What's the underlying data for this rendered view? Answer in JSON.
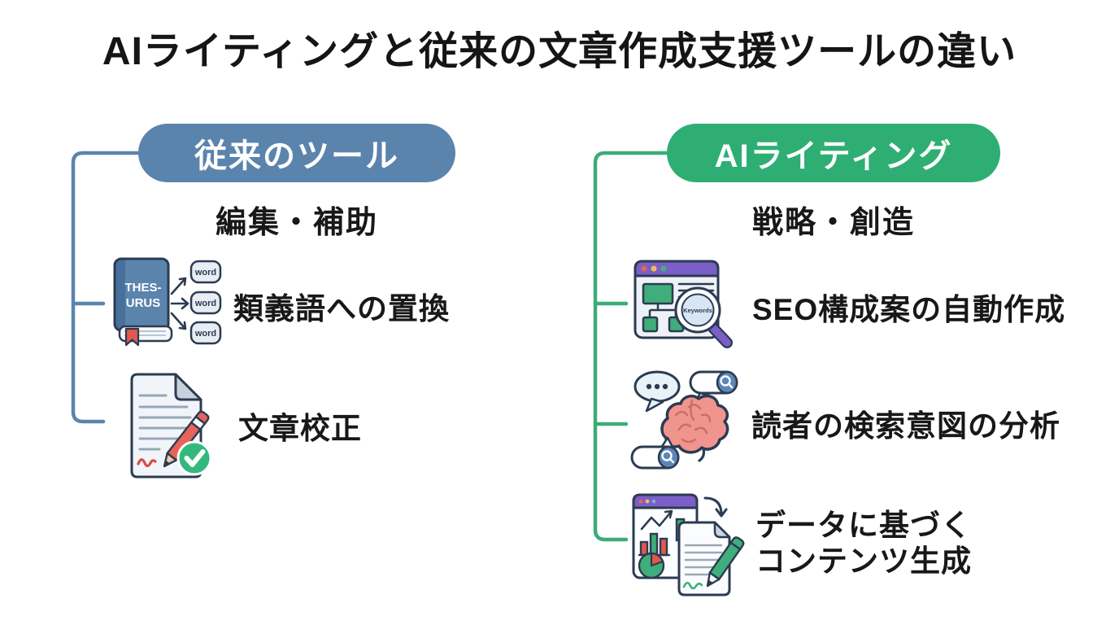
{
  "title": "AIライティングと従来の文章作成支援ツールの違い",
  "colors": {
    "background": "#ffffff",
    "text": "#181818",
    "traditional_accent": "#5b84ad",
    "traditional_bracket": "#5b84ad",
    "ai_accent": "#2fae74",
    "ai_bracket": "#3bac78"
  },
  "traditional": {
    "header": "従来のツール",
    "subtitle": "編集・補助",
    "items": [
      {
        "icon": "thesaurus-book-icon",
        "label": "類義語への置換"
      },
      {
        "icon": "proofread-document-icon",
        "label": "文章校正"
      }
    ]
  },
  "ai": {
    "header": "AIライティング",
    "subtitle": "戦略・創造",
    "items": [
      {
        "icon": "seo-keywords-browser-icon",
        "label": "SEO構成案の自動作成"
      },
      {
        "icon": "brain-search-intent-icon",
        "label": "読者の検索意図の分析"
      },
      {
        "icon": "data-chart-document-icon",
        "label_lines": [
          "データに基づく",
          "コンテンツ生成"
        ]
      }
    ]
  },
  "icon_labels": {
    "thesaurus_line1": "THES-",
    "thesaurus_line2": "URUS",
    "word_chip": "word",
    "magnifier_text": "Keywords"
  }
}
